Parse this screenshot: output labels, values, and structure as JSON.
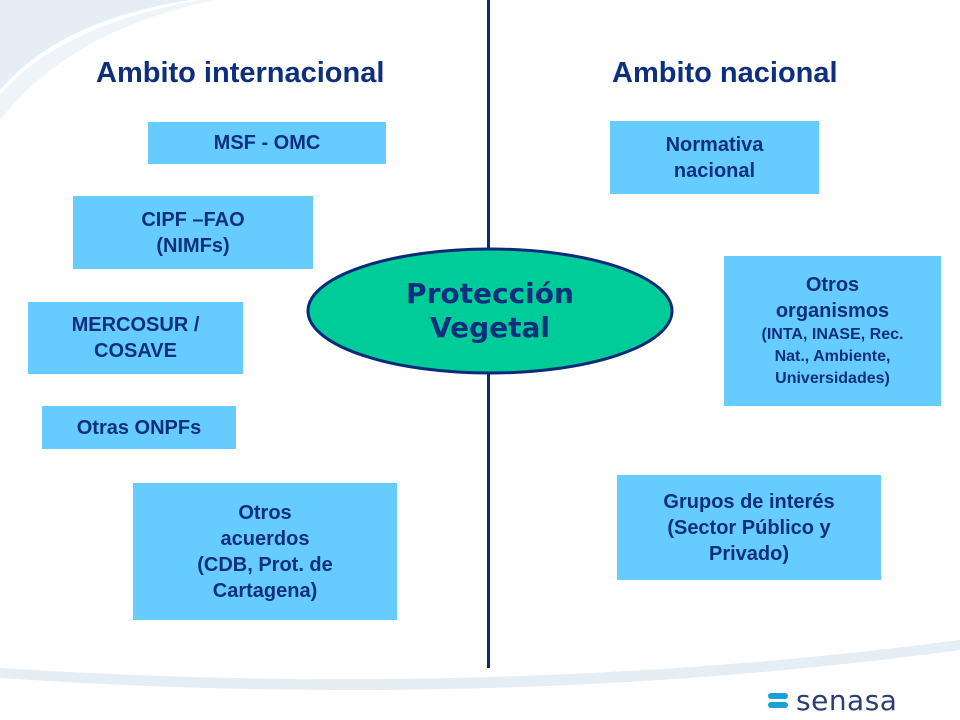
{
  "left_title": "Ambito internacional",
  "right_title": "Ambito nacional",
  "center": {
    "line1": "Protección",
    "line2": "Vegetal"
  },
  "left_boxes": {
    "msf": {
      "line1": "MSF - OMC"
    },
    "cipf": {
      "line1": "CIPF –FAO",
      "line2": "(NIMFs)"
    },
    "mercosur": {
      "line1": "MERCOSUR /",
      "line2": "COSAVE"
    },
    "onpfs": {
      "line1": "Otras ONPFs"
    },
    "acuerdos": {
      "line1": "Otros",
      "line2": "acuerdos",
      "line3": "(CDB, Prot. de",
      "line4": "Cartagena)"
    }
  },
  "right_boxes": {
    "normativa": {
      "line1": "Normativa",
      "line2": "nacional"
    },
    "organismos": {
      "line1": "Otros",
      "line2": "organismos",
      "line3": "(INTA, INASE, Rec.",
      "line4": "Nat., Ambiente,",
      "line5": "Universidades)"
    },
    "grupos": {
      "line1": "Grupos de interés",
      "line2": "(Sector Público y",
      "line3": "Privado)"
    }
  },
  "logo": {
    "text": "senasa"
  },
  "colors": {
    "box": "#66ccff",
    "text": "#0d2f7e",
    "ellipse_fill": "#00cc99",
    "ellipse_stroke": "#0a2a7a",
    "line": "#0a2a7a"
  }
}
